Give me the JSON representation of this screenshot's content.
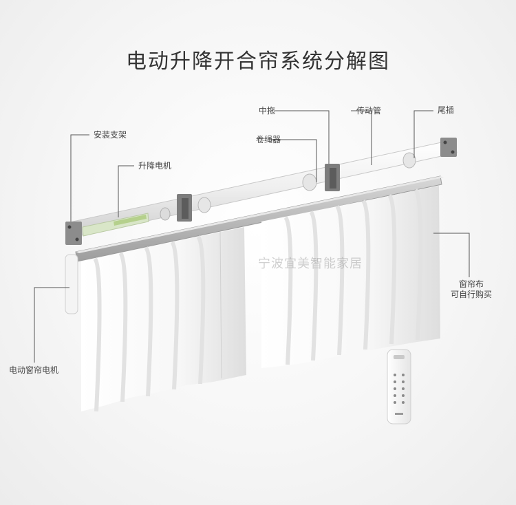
{
  "title": "电动升降开合帘系统分解图",
  "labels": {
    "bracket": "安装支架",
    "lift_motor": "升降电机",
    "center_carrier": "中拖",
    "rope_winder": "卷绳器",
    "drive_tube": "传动管",
    "end_plug": "尾插",
    "fabric_line1": "窗帘布",
    "fabric_line2": "可自行购买",
    "curtain_motor": "电动窗帘电机"
  },
  "watermark": "宁波宜美智能家居",
  "colors": {
    "fabric": "#fbfbfb",
    "fabric_shade": "#e3e3e3",
    "rail": "#b9b9b9",
    "tube": "#f2f2f2",
    "bracket": "#8c8c8c",
    "leader_line": "#555555"
  },
  "icons": {
    "remote": "remote-control-icon"
  }
}
